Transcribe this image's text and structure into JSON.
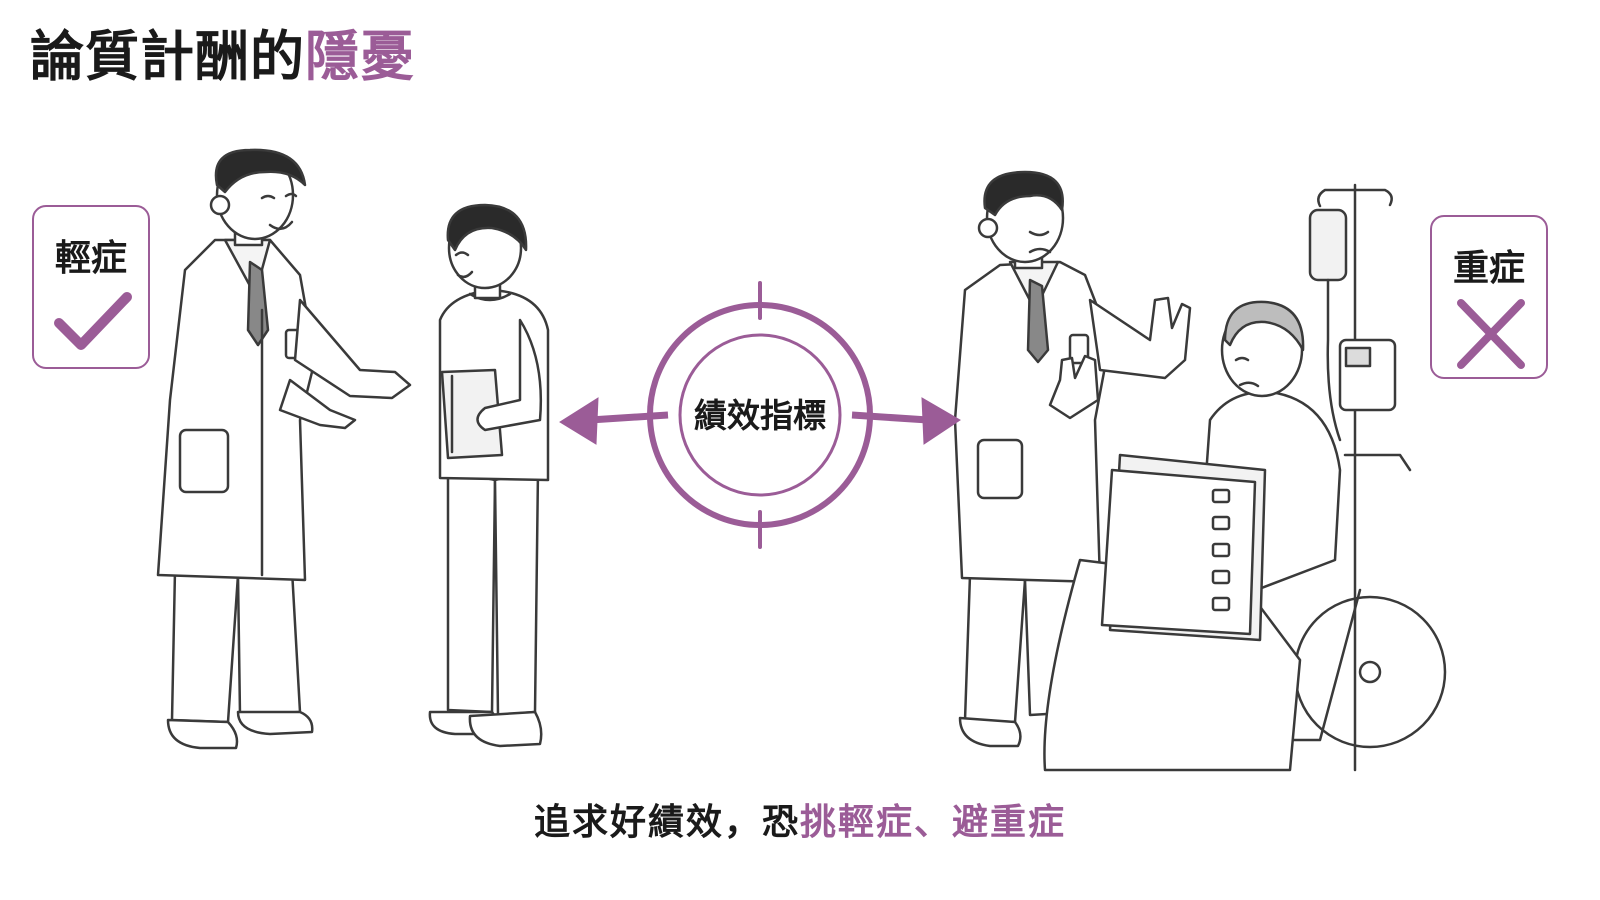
{
  "title": {
    "main": "論質計酬的",
    "accent": "隱憂"
  },
  "badges": {
    "left": {
      "label": "輕症",
      "mark": "check-icon"
    },
    "right": {
      "label": "重症",
      "mark": "cross-icon"
    }
  },
  "center": {
    "label": "績效指標",
    "icon": "target-icon"
  },
  "caption": {
    "part1": "追求好績效，恐",
    "part2": "挑輕症、避重症"
  },
  "colors": {
    "accent": "#9b5c97",
    "ink": "#1a1a1a",
    "line": "#3a3a3a"
  }
}
